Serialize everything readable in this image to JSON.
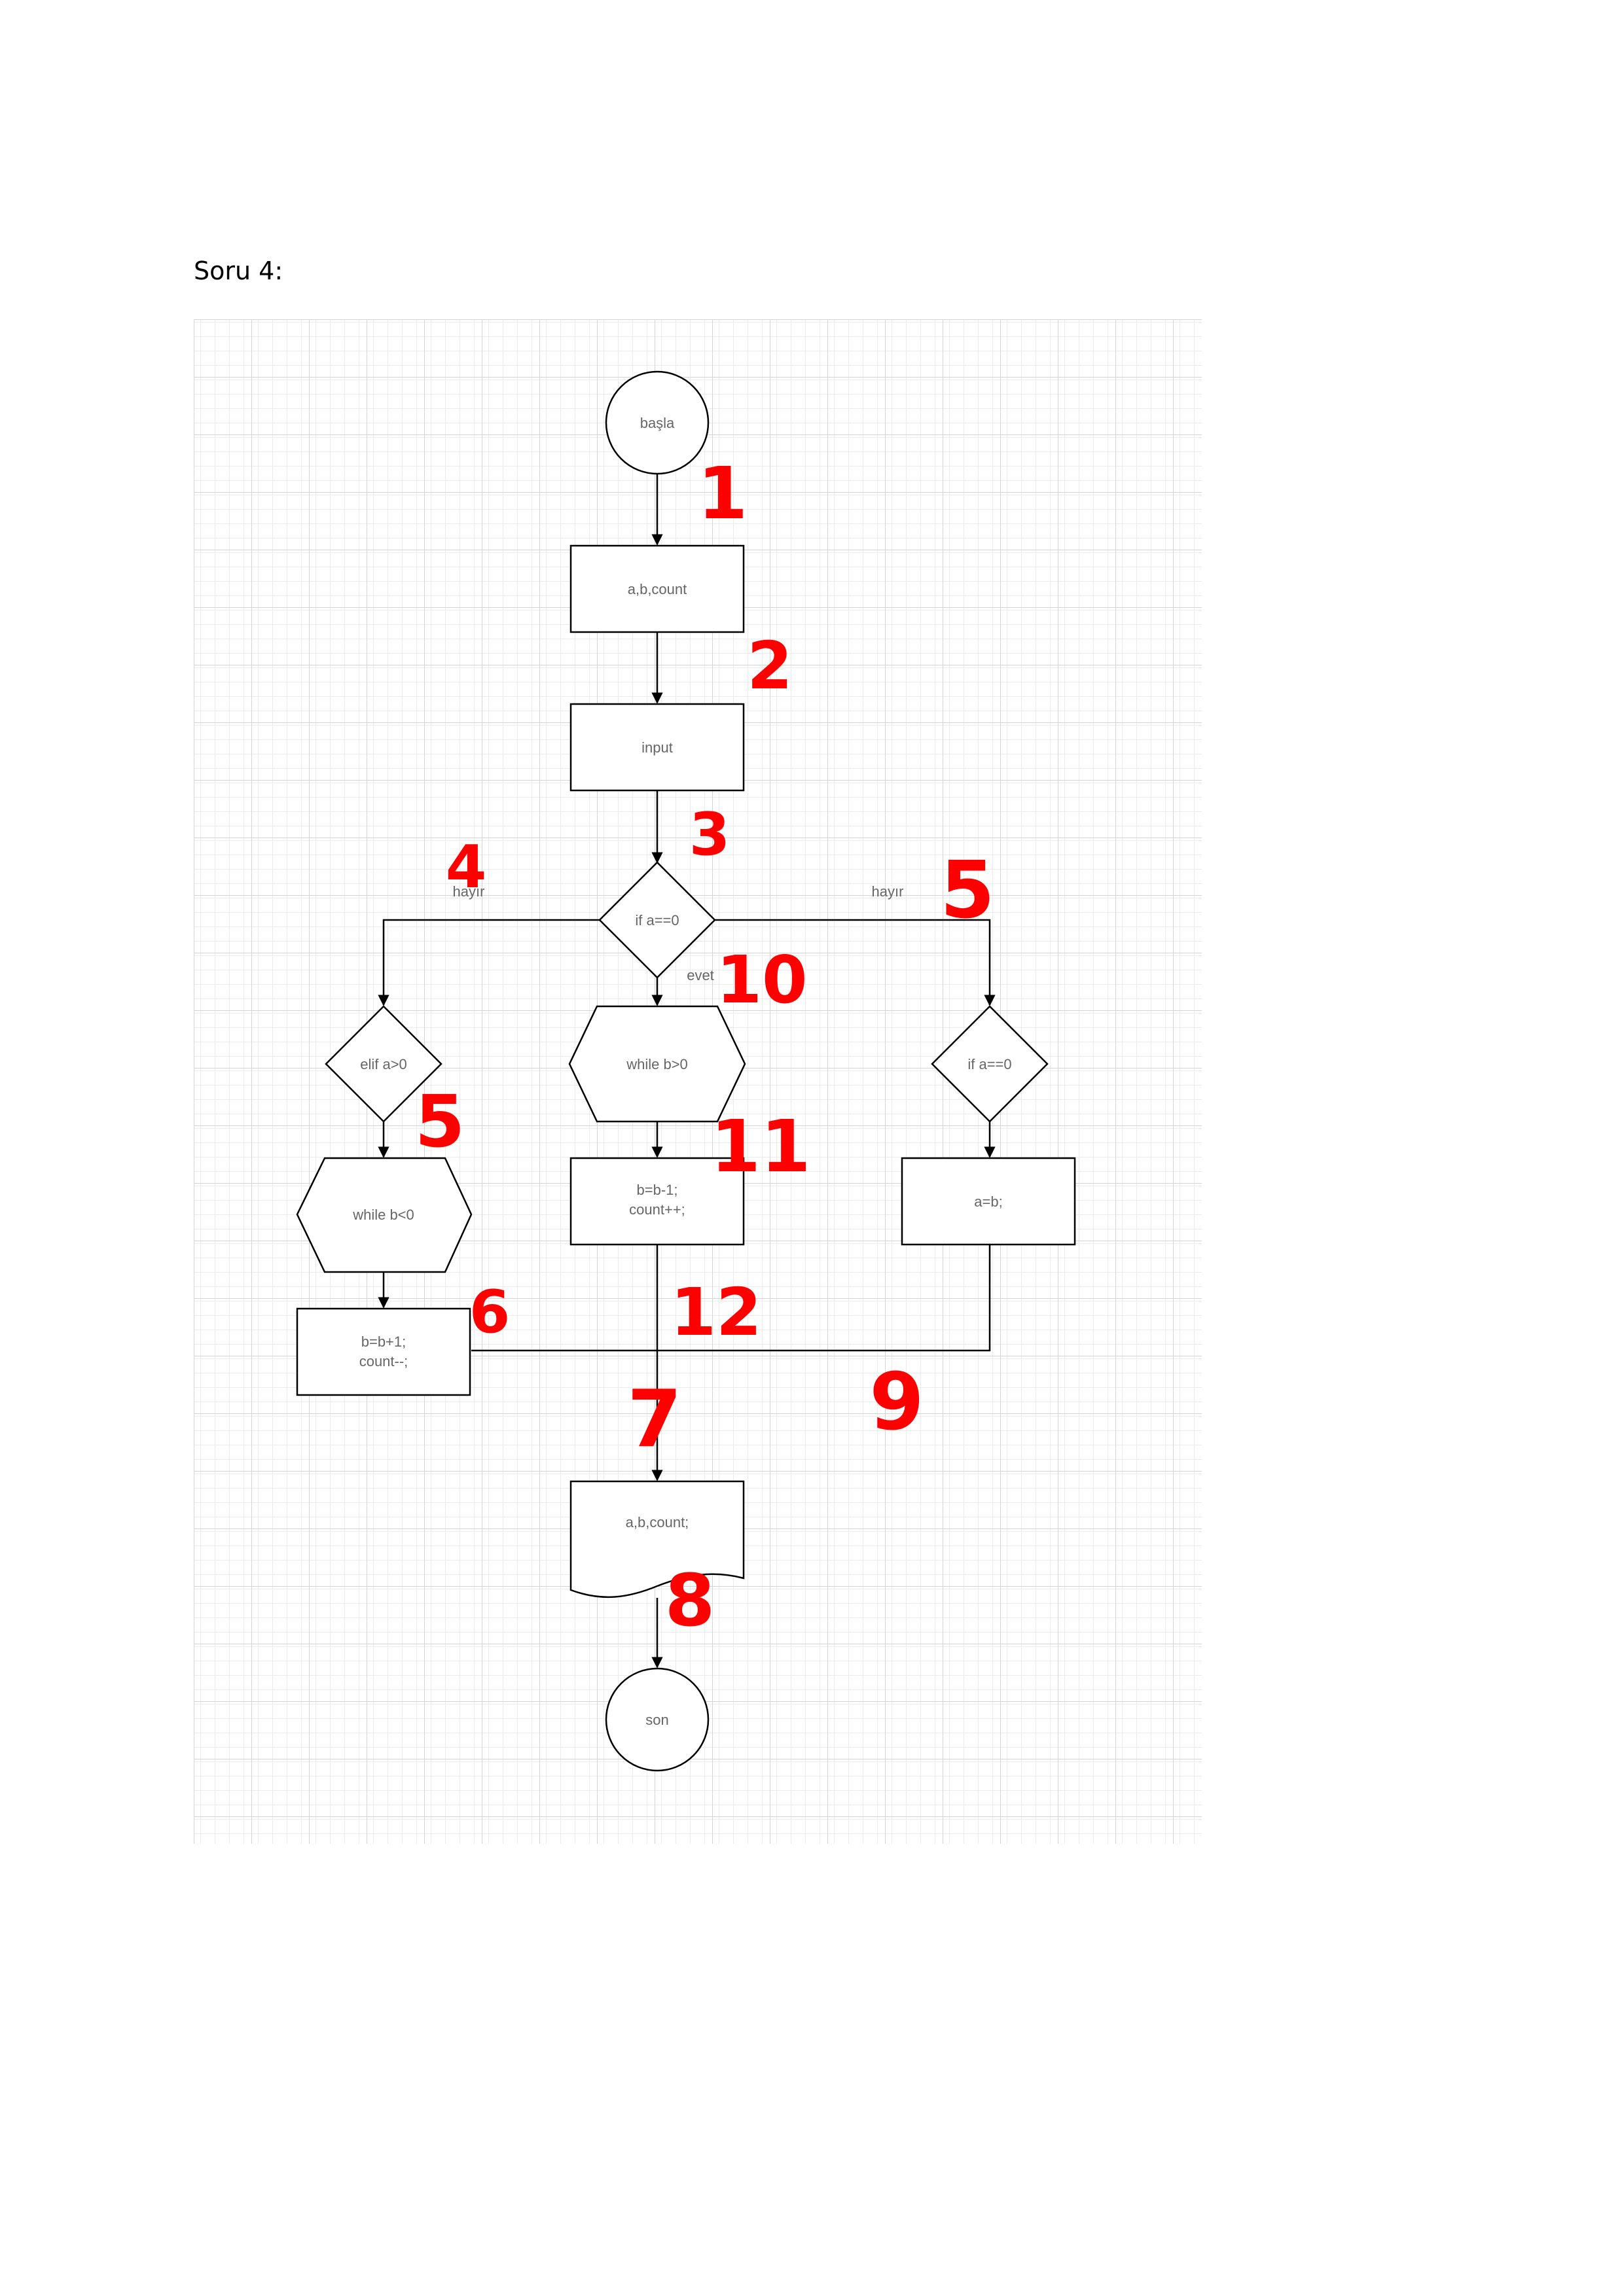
{
  "document": {
    "heading": "Soru 4:"
  },
  "flowchart": {
    "nodes": {
      "start": "başla",
      "vars": "a,b,count",
      "input": "input",
      "if_a_zero": "if a==0",
      "elif_a_pos": "elif a>0",
      "while_b_pos": "while b>0",
      "if_a_zero_right": "if a==0",
      "while_b_neg": "while b<0",
      "dec_block": [
        "b=b-1;",
        "count++;"
      ],
      "assign_block": "a=b;",
      "inc_block": [
        "b=b+1;",
        "count--;"
      ],
      "output": "a,b,count;",
      "end": "son"
    },
    "edge_labels": {
      "no_left": "hayır",
      "no_right": "hayır",
      "yes_mid": "evet"
    },
    "handwritten_marks": [
      "1",
      "2",
      "3",
      "4",
      "5",
      "10",
      "5",
      "11",
      "6",
      "12",
      "9",
      "7",
      "8"
    ]
  },
  "colors": {
    "grid_major": "#cfcfcf",
    "grid_minor": "#ececec",
    "shape_stroke": "#000000",
    "node_text": "#666666",
    "annotation": "#ff0000"
  }
}
